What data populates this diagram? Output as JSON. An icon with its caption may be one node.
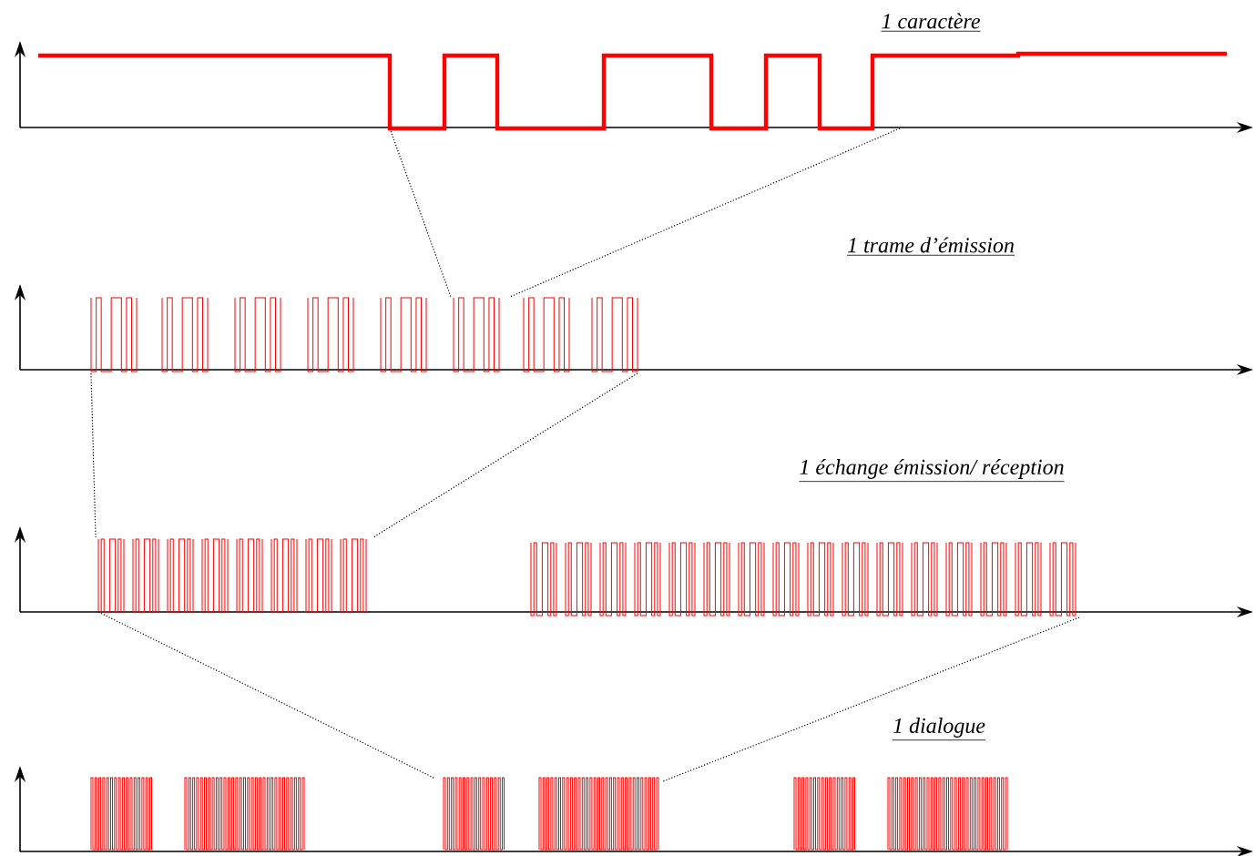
{
  "diagram": {
    "labels": [
      "1 caractère",
      "1 trame d’émission",
      "1 échange émission/ réception",
      "1 dialogue"
    ]
  }
}
